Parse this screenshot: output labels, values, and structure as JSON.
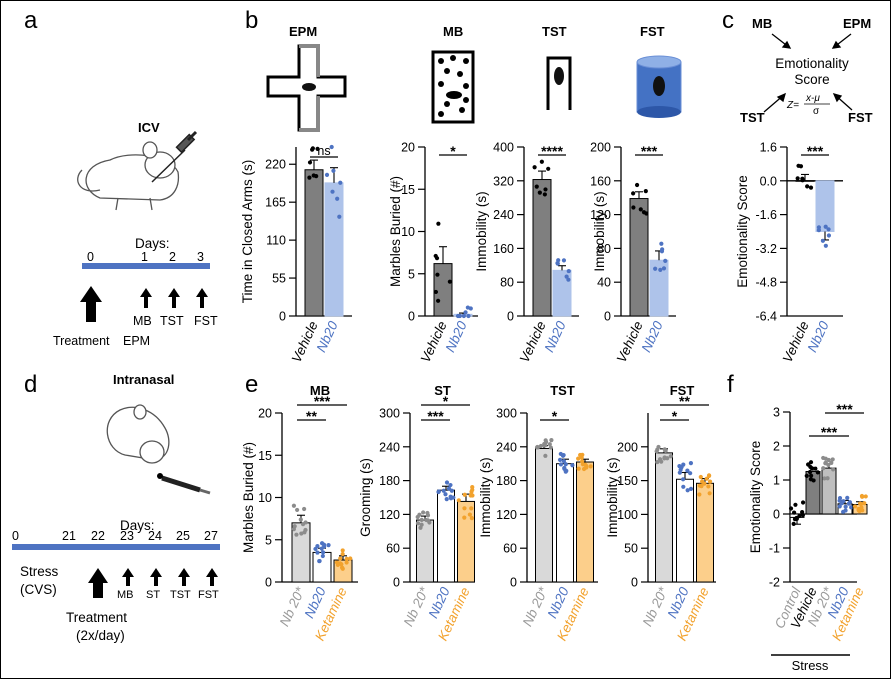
{
  "colors": {
    "dark_bar": "#7f7f7f",
    "blue": "#4e73c2",
    "blue_fill": "#aec3ea",
    "orange": "#f2a22d",
    "orange_fill": "#fccf8b",
    "light_bar": "#d9d9d9",
    "axis": "#000000",
    "grey_pt": "#8c8c8c"
  },
  "panel_letters": [
    "a",
    "b",
    "c",
    "d",
    "e",
    "f"
  ],
  "panel_a": {
    "route": "ICV",
    "days_label": "Days:",
    "day_ticks": [
      "0",
      "1",
      "2",
      "3"
    ],
    "tests": [
      "MB",
      "TST",
      "FST"
    ],
    "treatment": "Treatment",
    "epm": "EPM"
  },
  "panel_b_headers": [
    "EPM",
    "MB",
    "TST",
    "FST"
  ],
  "panel_c_diagram": {
    "mb": "MB",
    "epm": "EPM",
    "tst": "TST",
    "fst": "FST",
    "center_line1": "Emotionality",
    "center_line2": "Score",
    "formula_lhs": "Z=",
    "formula_num": "x-μ",
    "formula_den": "σ"
  },
  "panel_d": {
    "route": "Intranasal",
    "days_label": "Days:",
    "day_ticks": [
      "0",
      "21",
      "22",
      "23",
      "24",
      "25",
      "27"
    ],
    "stress_line1": "Stress",
    "stress_line2": "(CVS)",
    "tests": [
      "MB",
      "ST",
      "TST",
      "FST"
    ],
    "treatment_line1": "Treatment",
    "treatment_line2": "(2x/day)"
  },
  "panel_f_group_label": "Stress",
  "chart_data": [
    {
      "id": "b1",
      "type": "bar",
      "title": "",
      "ylabel": "Time in Closed Arms (s)",
      "yticks": [
        "0",
        "55",
        "110",
        "165",
        "220"
      ],
      "ylim": [
        0,
        245
      ],
      "categories": [
        "Vehicle",
        "Nb20"
      ],
      "values": [
        212,
        193
      ],
      "errors": [
        14,
        22
      ],
      "significance": [
        {
          "pair": [
            "Vehicle",
            "Nb20"
          ],
          "label": "ns"
        }
      ]
    },
    {
      "id": "b2",
      "type": "bar",
      "title": "",
      "ylabel": "Marbles Buried (#)",
      "yticks": [
        "0",
        "5",
        "10",
        "15",
        "20"
      ],
      "ylim": [
        0,
        20
      ],
      "categories": [
        "Vehicle",
        "Nb20"
      ],
      "values": [
        6.2,
        0.2
      ],
      "errors": [
        2.0,
        0.15
      ],
      "significance": [
        {
          "pair": [
            "Vehicle",
            "Nb20"
          ],
          "label": "*"
        }
      ]
    },
    {
      "id": "b3",
      "type": "bar",
      "title": "",
      "ylabel": "Immobility (s)",
      "yticks": [
        "0",
        "80",
        "160",
        "240",
        "320",
        "400"
      ],
      "ylim": [
        0,
        400
      ],
      "categories": [
        "Vehicle",
        "Nb20"
      ],
      "values": [
        323,
        108
      ],
      "errors": [
        20,
        11
      ],
      "significance": [
        {
          "pair": [
            "Vehicle",
            "Nb20"
          ],
          "label": "****"
        }
      ]
    },
    {
      "id": "b4",
      "type": "bar",
      "title": "",
      "ylabel": "Immobility (s)",
      "yticks": [
        "0",
        "40",
        "80",
        "120",
        "160",
        "200"
      ],
      "ylim": [
        0,
        200
      ],
      "categories": [
        "Vehicle",
        "Nb20"
      ],
      "values": [
        139,
        66
      ],
      "errors": [
        8,
        11
      ],
      "significance": [
        {
          "pair": [
            "Vehicle",
            "Nb20"
          ],
          "label": "***"
        }
      ]
    },
    {
      "id": "c",
      "type": "bar",
      "title": "",
      "ylabel": "Emotionality Score",
      "yticks": [
        "-6.4",
        "-4.8",
        "-3.2",
        "-1.6",
        "0.0",
        "1.6"
      ],
      "ylim": [
        -6.4,
        1.6
      ],
      "categories": [
        "Vehicle",
        "Nb20"
      ],
      "values": [
        0.0,
        -2.4
      ],
      "errors": [
        0.3,
        0.4
      ],
      "significance": [
        {
          "pair": [
            "Vehicle",
            "Nb20"
          ],
          "label": "***"
        }
      ]
    },
    {
      "id": "e1",
      "type": "bar",
      "title": "MB",
      "ylabel": "Marbles Buried (#)",
      "yticks": [
        "0",
        "5",
        "10",
        "15",
        "20"
      ],
      "ylim": [
        0,
        20
      ],
      "categories": [
        "Nb 20*",
        "Nb20",
        "Ketamine"
      ],
      "values": [
        7.0,
        3.5,
        2.6
      ],
      "errors": [
        0.9,
        0.5,
        0.5
      ],
      "significance": [
        {
          "pair": [
            "Nb 20*",
            "Nb20"
          ],
          "label": "**"
        },
        {
          "pair": [
            "Nb 20*",
            "Ketamine"
          ],
          "label": "***"
        }
      ]
    },
    {
      "id": "e2",
      "type": "bar",
      "title": "ST",
      "ylabel": "Grooming (s)",
      "yticks": [
        "0",
        "60",
        "120",
        "180",
        "240",
        "300"
      ],
      "ylim": [
        0,
        300
      ],
      "categories": [
        "Nb 20*",
        "Nb20",
        "Ketamine"
      ],
      "values": [
        110,
        163,
        143
      ],
      "errors": [
        7,
        7,
        13
      ],
      "significance": [
        {
          "pair": [
            "Nb 20*",
            "Nb20"
          ],
          "label": "***"
        },
        {
          "pair": [
            "Nb 20*",
            "Ketamine"
          ],
          "label": "*"
        }
      ]
    },
    {
      "id": "e3",
      "type": "bar",
      "title": "TST",
      "ylabel": "Immobility (s)",
      "yticks": [
        "0",
        "60",
        "120",
        "180",
        "240",
        "300"
      ],
      "ylim": [
        0,
        300
      ],
      "categories": [
        "Nb 20*",
        "Nb20",
        "Ketamine"
      ],
      "values": [
        237,
        210,
        213
      ],
      "errors": [
        5,
        8,
        5
      ],
      "significance": [
        {
          "pair": [
            "Nb 20*",
            "Nb20"
          ],
          "label": "*"
        }
      ]
    },
    {
      "id": "e4",
      "type": "bar",
      "title": "FST",
      "ylabel": "Immobility (s)",
      "yticks": [
        "0",
        "50",
        "100",
        "150",
        "200"
      ],
      "ylim": [
        0,
        250
      ],
      "categories": [
        "Nb 20*",
        "Nb20",
        "Ketamine"
      ],
      "values": [
        191,
        152,
        146
      ],
      "errors": [
        6,
        10,
        7
      ],
      "significance": [
        {
          "pair": [
            "Nb 20*",
            "Nb20"
          ],
          "label": "*"
        },
        {
          "pair": [
            "Nb 20*",
            "Ketamine"
          ],
          "label": "**"
        }
      ]
    },
    {
      "id": "f",
      "type": "bar",
      "title": "",
      "ylabel": "Emotionality Score",
      "yticks": [
        "-2",
        "-1",
        "0",
        "1",
        "2",
        "3"
      ],
      "ylim": [
        -2,
        3
      ],
      "categories": [
        "Control",
        "Vehicle",
        "Nb 20*",
        "Nb20",
        "Ketamine"
      ],
      "values": [
        -0.1,
        1.25,
        1.35,
        0.3,
        0.28
      ],
      "errors": [
        0.2,
        0.12,
        0.13,
        0.1,
        0.08
      ],
      "significance": [
        {
          "pair": [
            "Vehicle",
            "Nb20"
          ],
          "label": "***"
        },
        {
          "pair": [
            "Nb 20*",
            "Ketamine"
          ],
          "label": "***"
        }
      ]
    }
  ]
}
